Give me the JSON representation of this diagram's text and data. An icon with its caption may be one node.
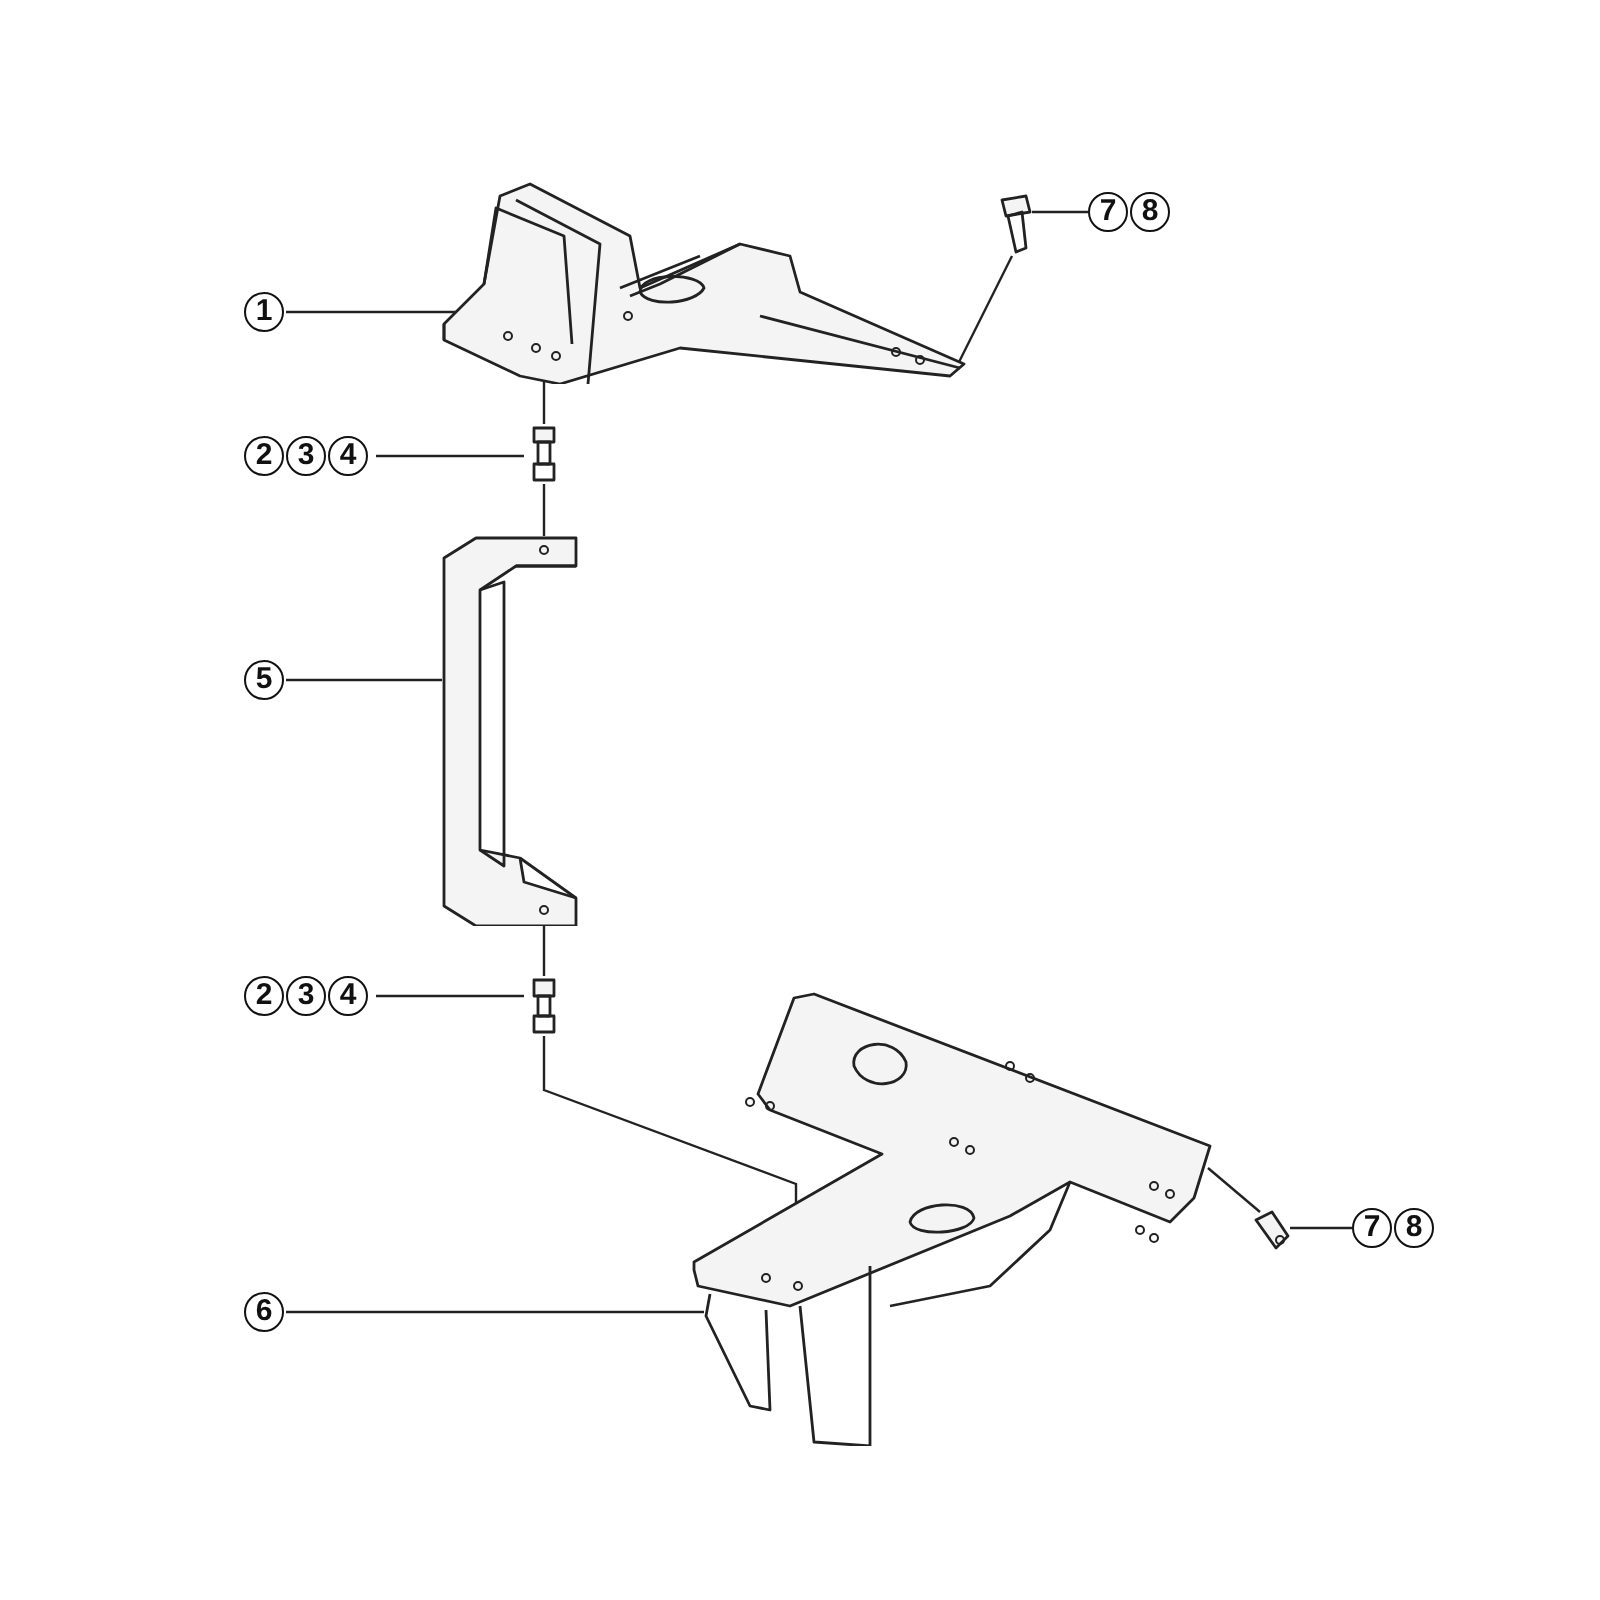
{
  "diagram": {
    "nodes": [
      {
        "text": [
          "1"
        ]
      },
      {
        "text": [],
        "shape": "picture"
      },
      {
        "text": [
          "2",
          "3",
          "4"
        ]
      },
      {
        "text": [],
        "shape": "picture"
      },
      {
        "text": [
          "7",
          "8"
        ]
      },
      {
        "text": [],
        "shape": "picture"
      },
      {
        "text": [
          "5"
        ]
      },
      {
        "text": [],
        "shape": "picture"
      },
      {
        "text": [
          "2",
          "3",
          "4"
        ]
      },
      {
        "text": [],
        "shape": "picture"
      },
      {
        "text": [
          "6"
        ]
      },
      {
        "text": [],
        "shape": "picture"
      },
      {
        "text": [
          "7",
          "8"
        ]
      },
      {
        "text": [],
        "shape": "picture"
      }
    ],
    "edges": [
      {
        "from": 0,
        "to": 1,
        "arrow": "none"
      },
      {
        "from": 2,
        "to": 3,
        "arrow": "none"
      },
      {
        "from": 4,
        "to": 5,
        "arrow": "none"
      },
      {
        "from": 5,
        "to": 1,
        "arrow": "none"
      },
      {
        "from": 3,
        "to": 1,
        "arrow": "none"
      },
      {
        "from": 3,
        "to": 7,
        "arrow": "none"
      },
      {
        "from": 6,
        "to": 7,
        "arrow": "none"
      },
      {
        "from": 8,
        "to": 9,
        "arrow": "none"
      },
      {
        "from": 9,
        "to": 7,
        "arrow": "none"
      },
      {
        "from": 9,
        "to": 11,
        "arrow": "none"
      },
      {
        "from": 10,
        "to": 11,
        "arrow": "none"
      },
      {
        "from": 12,
        "to": 13,
        "arrow": "none"
      },
      {
        "from": 13,
        "to": 11,
        "arrow": "none"
      }
    ]
  }
}
